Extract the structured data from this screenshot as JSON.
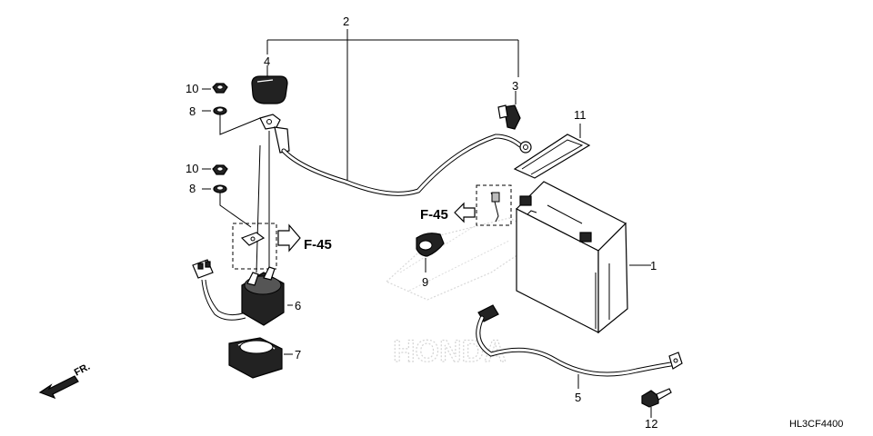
{
  "diagram": {
    "callouts": {
      "c1": "1",
      "c2": "2",
      "c3": "3",
      "c4": "4",
      "c5": "5",
      "c6": "6",
      "c7": "7",
      "c8a": "8",
      "c8b": "8",
      "c9": "9",
      "c10a": "10",
      "c10b": "10",
      "c11": "11",
      "c12": "12"
    },
    "references": {
      "left": "F-45",
      "right": "F-45"
    },
    "direction": "FR.",
    "code": "HL3CF4400",
    "watermark": "HONDA"
  }
}
